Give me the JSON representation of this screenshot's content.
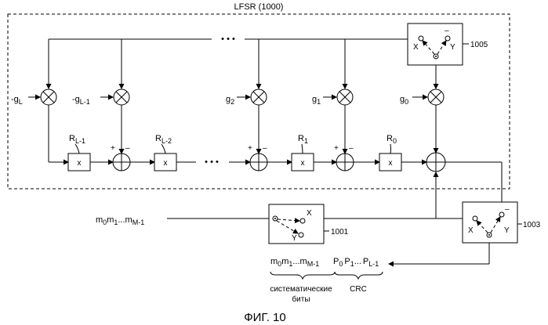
{
  "title": "LFSR (1000)",
  "caption": "ФИГ. 10",
  "refs": {
    "sw_top": "1005",
    "sw_mid": "1001",
    "sw_bot": "1003"
  },
  "coeffs": {
    "gL": "-g",
    "gL_sub": "L",
    "gL1": "-g",
    "gL1_sub": "L-1",
    "g2": "g",
    "g2_sub": "2",
    "g1": "g",
    "g1_sub": "1",
    "g0": "g",
    "g0_sub": "0"
  },
  "registers": {
    "label": "x",
    "rL1": "R",
    "rL1_sub": "L-1",
    "rL2": "R",
    "rL2_sub": "L-2",
    "r1": "R",
    "r1_sub": "1",
    "r0": "R",
    "r0_sub": "0"
  },
  "switch_labels": {
    "x": "X",
    "y": "Y"
  },
  "signs": {
    "plus": "+",
    "minus": "–"
  },
  "ellipsis": "• • •",
  "input": {
    "m0": "m",
    "s0": "0",
    "m1": "m",
    "s1": "1",
    "dots": "...",
    "mM": "m",
    "sM": "M-1"
  },
  "output": {
    "msg": {
      "m0": "m",
      "s0": "0",
      "m1": "m",
      "s1": "1",
      "dots": "...",
      "mM": "m",
      "sM": "M-1"
    },
    "crc": {
      "p0": "P",
      "s0": "0",
      "p1": "P",
      "s1": "1",
      "dots": "...",
      "pL": "P",
      "sL": "L-1"
    },
    "sys_line1": "систематические",
    "sys_line2": "биты",
    "crc_label": "CRC"
  }
}
